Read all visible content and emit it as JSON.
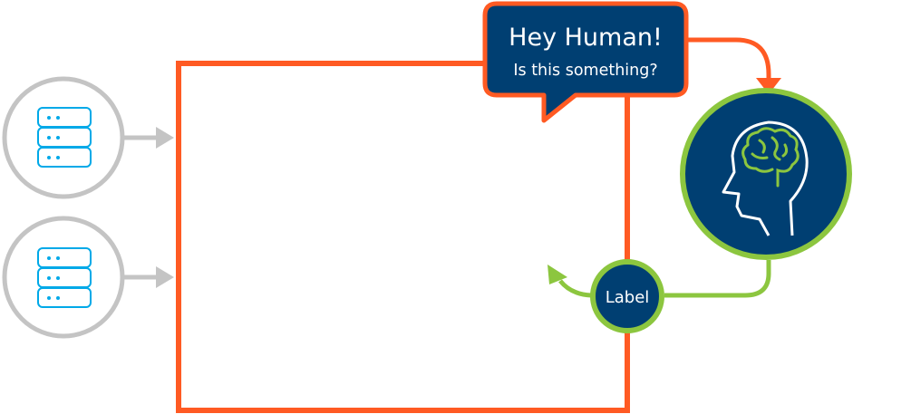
{
  "colors": {
    "orange": "#ff5a23",
    "navy": "#003f72",
    "green": "#8cc63f",
    "grey": "#c4c4c4",
    "cyan": "#00a9e8",
    "white": "#ffffff"
  },
  "speech_bubble": {
    "title": "Hey Human!",
    "subtitle": "Is this something?"
  },
  "label_node": {
    "text": "Label"
  },
  "data_sources": [
    {
      "icon": "database-icon"
    },
    {
      "icon": "database-icon"
    }
  ],
  "brain_node": {
    "icon": "human-head-brain-icon"
  }
}
